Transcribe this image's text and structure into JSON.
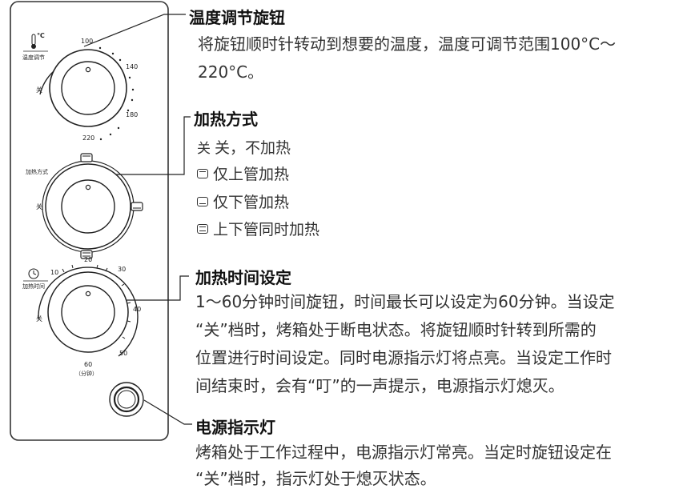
{
  "panel": {
    "temp_knob": {
      "unit": "℃",
      "label": "温度调节",
      "off": "关",
      "ticks": [
        "100",
        "140",
        "180",
        "220"
      ]
    },
    "mode_knob": {
      "label": "加热方式",
      "off": "关"
    },
    "time_knob": {
      "label": "加热时间",
      "off": "关",
      "ticks": [
        "10",
        "20",
        "30",
        "40",
        "50",
        "60"
      ],
      "unit": "（分钟）"
    }
  },
  "sections": {
    "temp": {
      "heading": "温度调节旋钮",
      "lines": [
        "将旋钮顺时针转动到想要的温度，温度可调节范围100°C～",
        "220°C。"
      ]
    },
    "mode": {
      "heading": "加热方式",
      "options": [
        {
          "icon": "off-glyph",
          "glyph": "关",
          "text": "关，不加热"
        },
        {
          "icon": "top-heater-icon",
          "text": "仅上管加热"
        },
        {
          "icon": "bottom-heater-icon",
          "text": "仅下管加热"
        },
        {
          "icon": "both-heater-icon",
          "text": "上下管同时加热"
        }
      ]
    },
    "time": {
      "heading": "加热时间设定",
      "lines": [
        "1～60分钟时间旋钮，时间最长可以设定为60分钟。当设定",
        "“关”档时，烤箱处于断电状态。将旋钮顺时针转到所需的",
        "位置进行时间设定。同时电源指示灯将点亮。当设定工作时",
        "间结束时，会有“叮”的一声提示，电源指示灯熄灭。"
      ]
    },
    "power": {
      "heading": "电源指示灯",
      "lines": [
        "烤箱处于工作过程中，电源指示灯常亮。当定时旋钮设定在",
        "“关”档时，指示灯处于熄灭状态。"
      ]
    }
  }
}
